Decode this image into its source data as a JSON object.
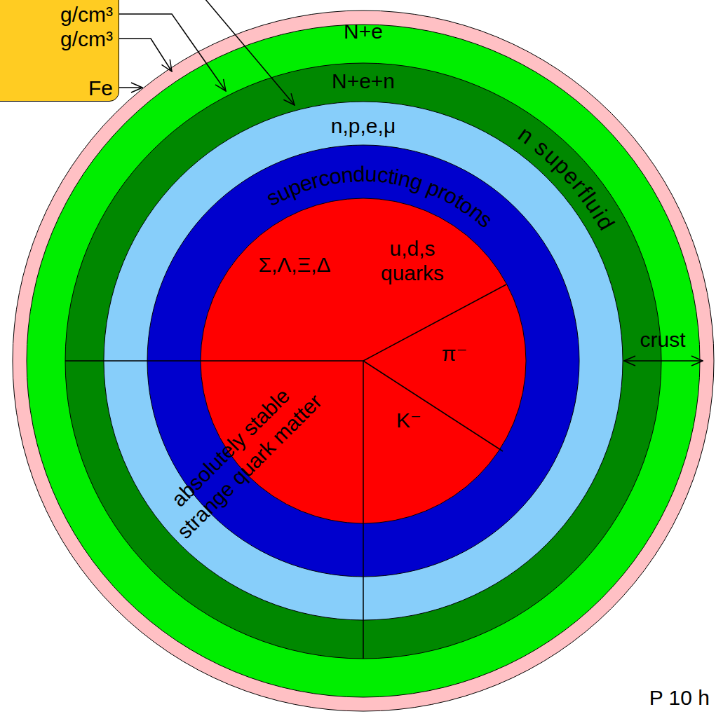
{
  "diagram": {
    "nodes": [
      {
        "text": [
          "g/cm³",
          "g/cm³",
          "Fe"
        ]
      },
      {
        "text": [
          "N+e"
        ]
      },
      {
        "text": [
          "N+e+n",
          "n superfluid"
        ],
        "in": 1
      },
      {
        "text": [
          "n,p,e,μ"
        ],
        "in": 2
      },
      {
        "text": [
          "superconducting protons"
        ],
        "in": 3
      },
      {
        "text": [
          "Σ,Λ,Ξ,Δ",
          "u,d,s quarks",
          "π⁻",
          "K⁻"
        ],
        "in": 4
      }
    ],
    "labels": [
      "crust",
      "absolutely stable strange quark matter",
      "P 10 h"
    ]
  }
}
